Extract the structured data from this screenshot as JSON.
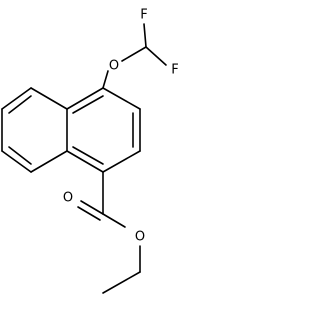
{
  "molecule": {
    "atoms": [
      {
        "id": "F1",
        "label": "F"
      },
      {
        "id": "F2",
        "label": "F"
      },
      {
        "id": "O1",
        "label": "O"
      },
      {
        "id": "O2",
        "label": "O"
      },
      {
        "id": "O3",
        "label": "O"
      }
    ]
  }
}
